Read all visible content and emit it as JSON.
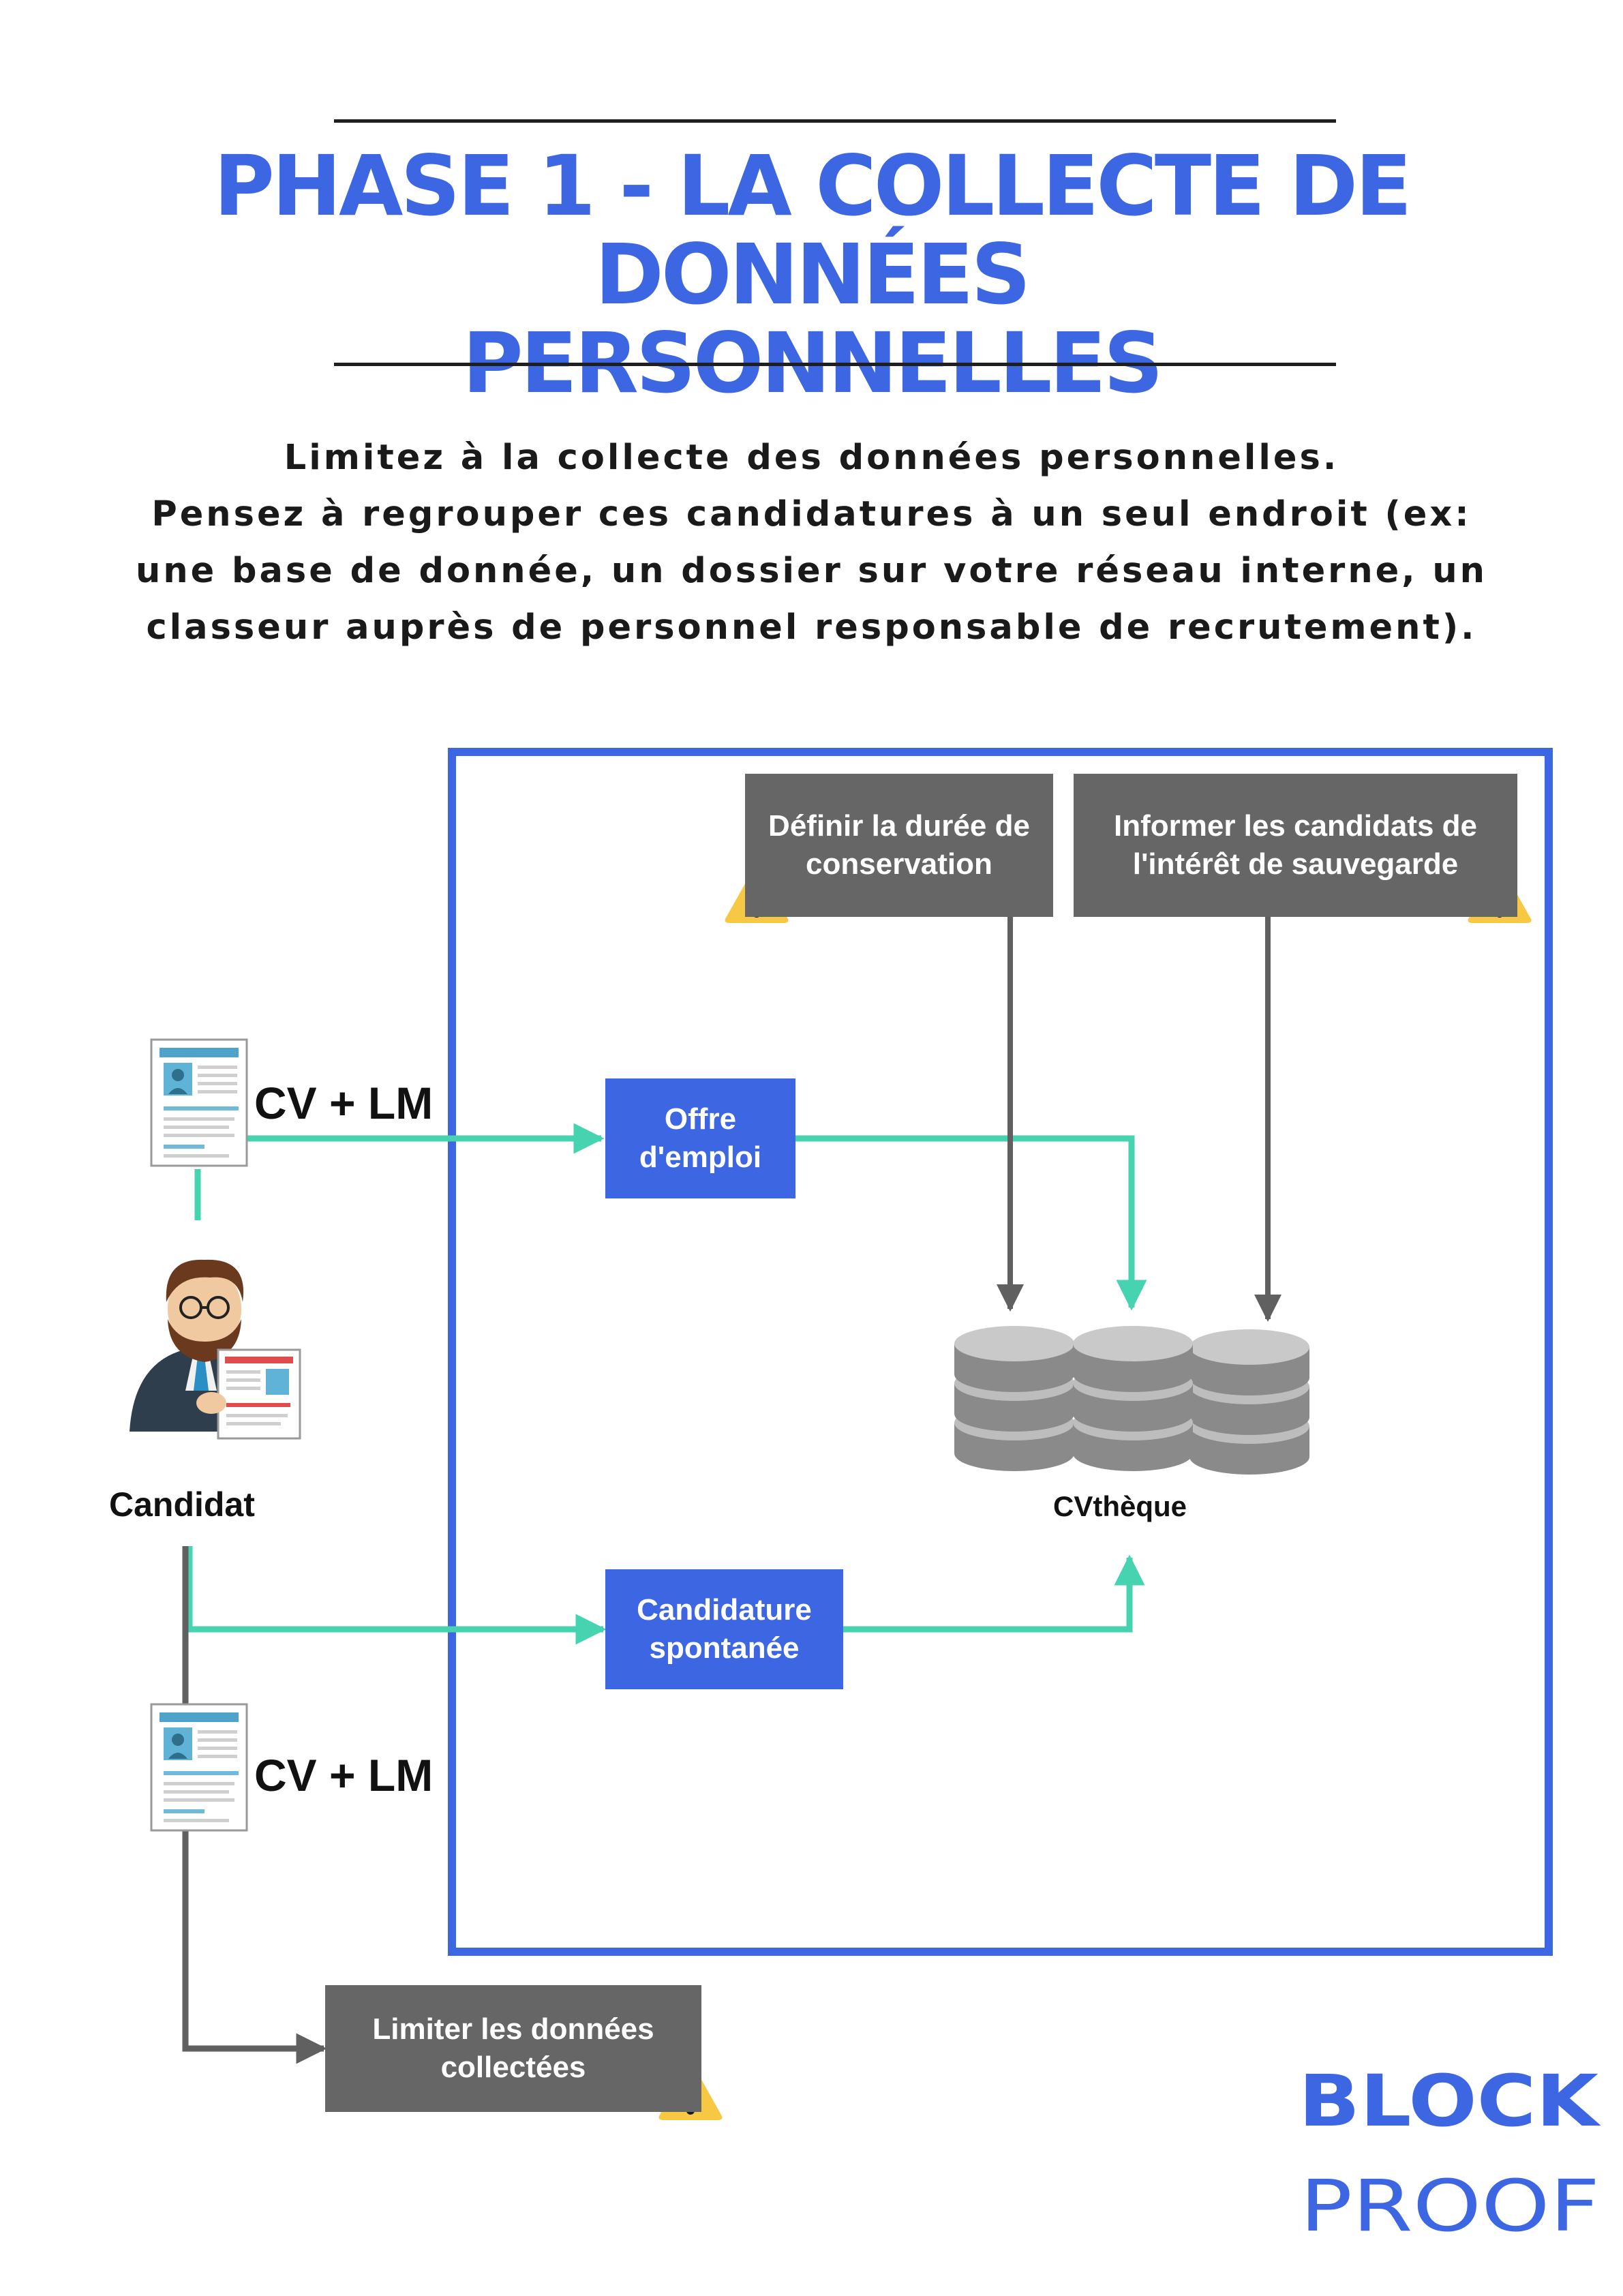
{
  "header": {
    "title_line1": "PHASE 1 - LA COLLECTE DE DONNÉES",
    "title_line2": "PERSONNELLES"
  },
  "intro": {
    "lines": [
      "Limitez à la collecte des données personnelles.",
      "Pensez à regrouper ces candidatures à un seul endroit (ex:",
      "une base de donnée, un dossier sur votre réseau interne, un",
      "classeur auprès de personnel responsable de recrutement)."
    ]
  },
  "diagram": {
    "boxes": {
      "duree": [
        "Définir la durée de",
        "conservation"
      ],
      "informer": [
        "Informer les candidats de",
        "l'intérêt de sauvegarde"
      ],
      "offre": [
        "Offre",
        "d'emploi"
      ],
      "spontanee": [
        "Candidature",
        "spontanée"
      ],
      "limiter": [
        "Limiter les données",
        "collectées"
      ]
    },
    "labels": {
      "cv_lm_top": "CV + LM",
      "cv_lm_bottom": "CV + LM",
      "candidat": "Candidat",
      "cvtheque": "CVthèque"
    }
  },
  "logo": {
    "line1": "BLOCK",
    "line2": "PROOF"
  },
  "colors": {
    "accent_blue": "#3d66e3",
    "arrow_teal": "#45d3b0",
    "box_gray": "#666666",
    "warning_yellow": "#f6c844"
  }
}
